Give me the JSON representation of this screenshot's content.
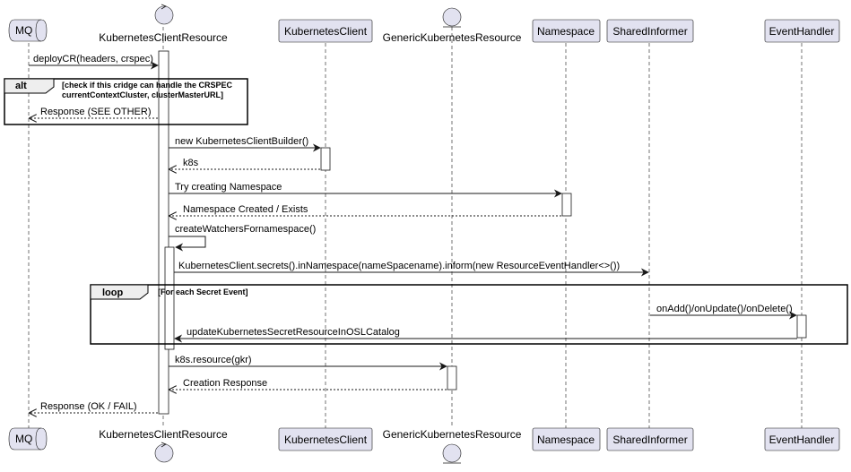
{
  "participants": {
    "mq": "MQ",
    "kcr": "KubernetesClientResource",
    "kc": "KubernetesClient",
    "gkr": "GenericKubernetesResource",
    "ns": "Namespace",
    "si": "SharedInformer",
    "eh": "EventHandler"
  },
  "messages": {
    "m1": "deployCR(headers, crspec)",
    "m2": "Response (SEE OTHER)",
    "m3": "new KubernetesClientBuilder()",
    "m4": "k8s",
    "m5": "Try creating Namespace",
    "m6": "Namespace Created / Exists",
    "m7": "createWatchersFornamespace()",
    "m8": "KubernetesClient.secrets().inNamespace(nameSpacename).inform(new ResourceEventHandler<>())",
    "m9": "onAdd()/onUpdate()/onDelete()",
    "m10": "updateKubernetesSecretResourceInOSLCatalog",
    "m11": "k8s.resource(gkr)",
    "m12": "Creation Response",
    "m13": "Response (OK / FAIL)"
  },
  "fragments": {
    "alt": {
      "keyword": "alt",
      "condition_line1": "[check if this cridge can handle the CRSPEC",
      "condition_line2": "currentContextCluster, clusterMasterURL]"
    },
    "loop": {
      "keyword": "loop",
      "condition": "[For each Secret Event]"
    }
  }
}
